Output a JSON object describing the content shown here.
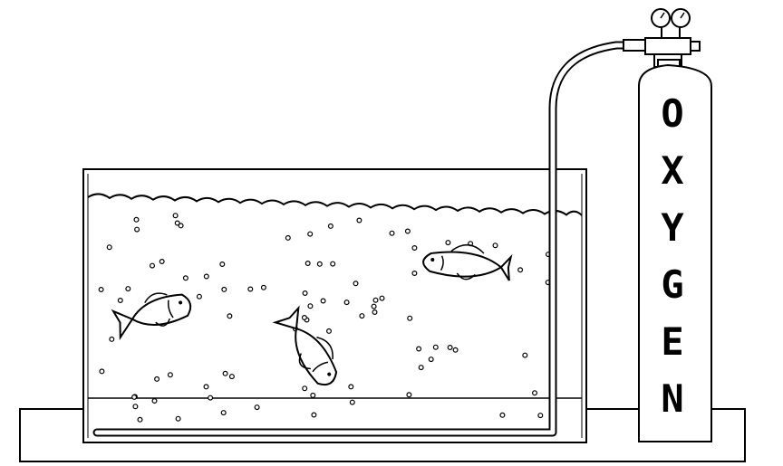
{
  "cylinder": {
    "label_letters": [
      "O",
      "X",
      "Y",
      "G",
      "E",
      "N"
    ]
  },
  "colors": {
    "line": "#000000",
    "background": "#ffffff"
  },
  "icons": [
    "fish-icon",
    "bubble-icon",
    "pressure-gauge-icon",
    "valve-icon"
  ]
}
